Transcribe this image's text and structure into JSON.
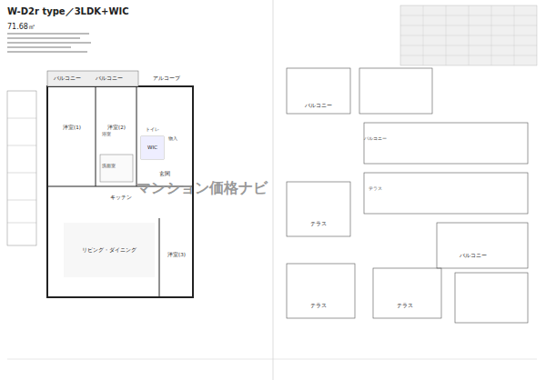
{
  "diagram": {
    "title": "W-D2r type／3LDK+WIC",
    "nodes": [
      {
        "text": [
          "洋室(1)"
        ]
      },
      {
        "text": [
          "洋室(2)"
        ]
      },
      {
        "text": [
          "玄関"
        ]
      },
      {
        "text": [
          "WIC"
        ]
      },
      {
        "text": [
          "キッチン"
        ]
      },
      {
        "text": [
          "リビング・ダイニング"
        ]
      },
      {
        "text": [
          "洋室(3)"
        ]
      },
      {
        "text": [
          "バルコニー"
        ]
      },
      {
        "text": [
          "バルコニー"
        ]
      },
      {
        "text": [
          "アルコーブ"
        ]
      },
      {
        "text": [
          "バルコニー"
        ]
      },
      {
        "text": [
          "テラス"
        ]
      },
      {
        "text": [
          "バルコニー"
        ]
      },
      {
        "text": [
          "テラス"
        ]
      },
      {
        "text": [
          "テラス"
        ]
      }
    ],
    "labels": [
      "71.68㎡",
      "洗面室",
      "浴室",
      "トイレ",
      "物入",
      "マンション価格ナビ",
      "バルコニー",
      "テラス"
    ]
  }
}
